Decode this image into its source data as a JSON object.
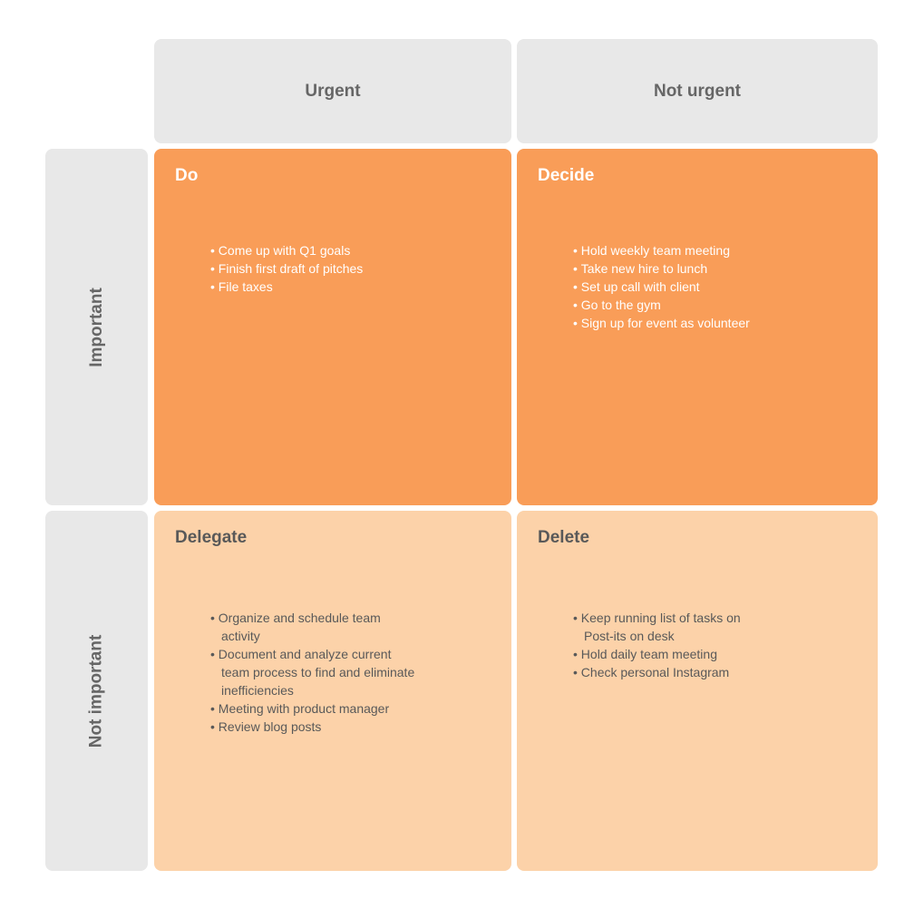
{
  "diagram_type": "eisenhower-priority-matrix",
  "colors": {
    "axis_header_bg": "#e8e8e8",
    "axis_header_text": "#666666",
    "quadrant_dark_bg": "#f99d58",
    "quadrant_dark_text": "#ffffff",
    "quadrant_light_bg": "#fcd2a9",
    "quadrant_light_text": "#595959",
    "canvas_bg": "#ffffff"
  },
  "column_headers": [
    {
      "label": "Urgent"
    },
    {
      "label": "Not urgent"
    }
  ],
  "row_headers": [
    {
      "label": "Important"
    },
    {
      "label": "Not important"
    }
  ],
  "quadrants": [
    {
      "title": "Do",
      "items": [
        "Come up with Q1 goals",
        "Finish first draft of pitches",
        "File taxes"
      ]
    },
    {
      "title": "Decide",
      "items": [
        "Hold weekly team meeting",
        "Take new hire to lunch",
        "Set up call with client",
        "Go to the gym",
        "Sign up for event as volunteer"
      ]
    },
    {
      "title": "Delegate",
      "items": [
        "Organize and schedule team\nactivity",
        "Document and analyze current\nteam process to find and eliminate\ninefficiencies",
        "Meeting with product manager",
        "Review blog posts"
      ]
    },
    {
      "title": "Delete",
      "items": [
        "Keep running list of tasks on\nPost-its on desk",
        "Hold daily team meeting",
        "Check personal Instagram"
      ]
    }
  ]
}
